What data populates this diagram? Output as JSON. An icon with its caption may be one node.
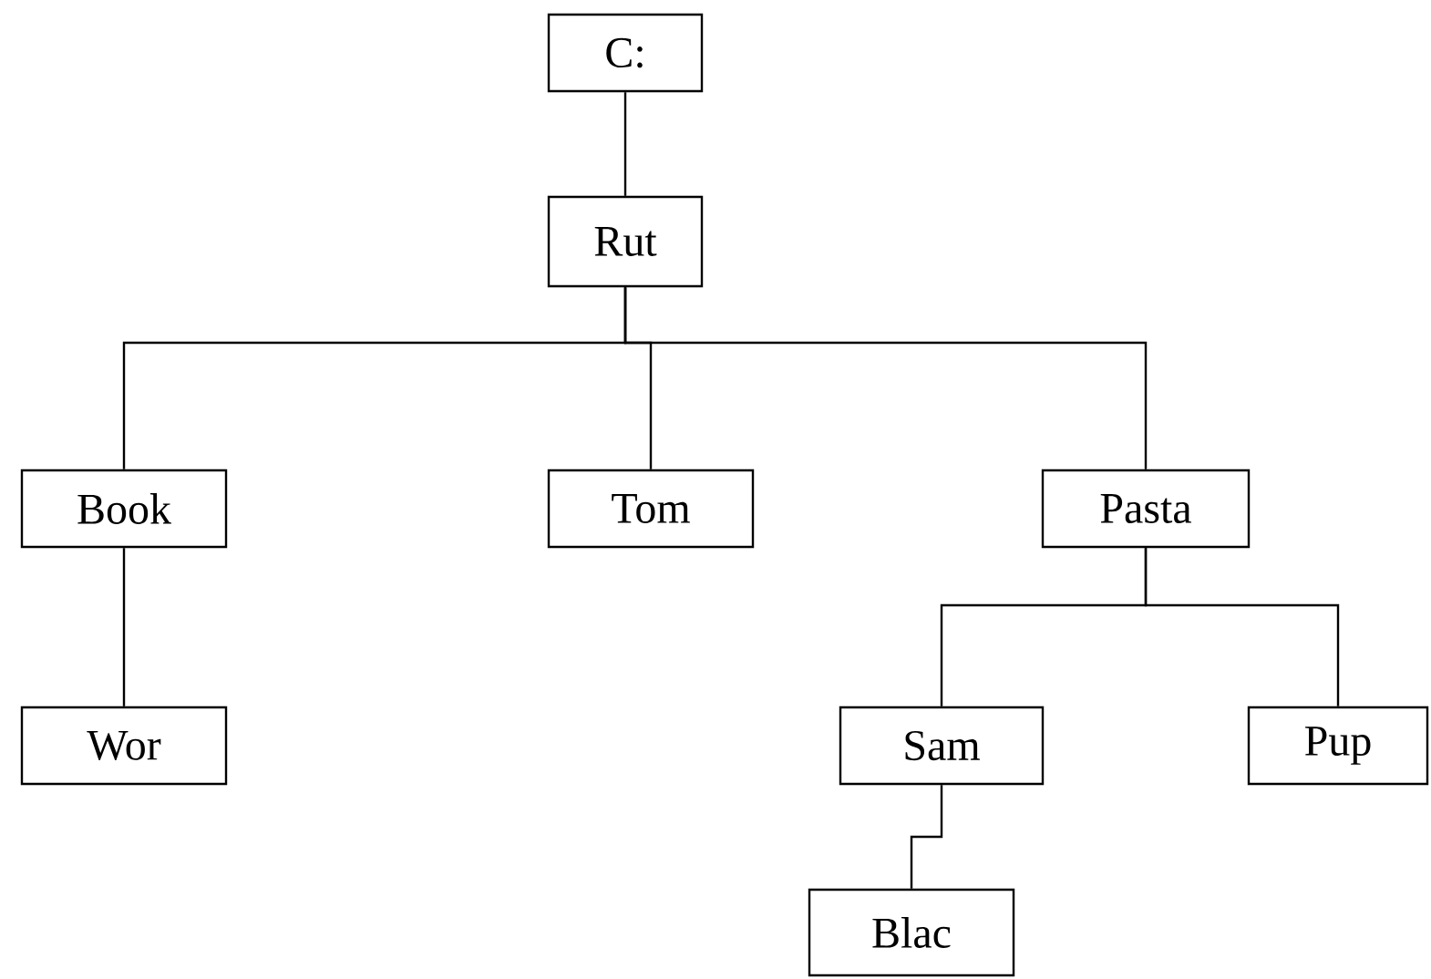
{
  "diagram": {
    "nodes": [
      {
        "text": [
          "C:"
        ]
      },
      {
        "text": [
          "Rut"
        ]
      },
      {
        "text": [
          "Book"
        ]
      },
      {
        "text": [
          "Tom"
        ]
      },
      {
        "text": [
          "Pasta"
        ]
      },
      {
        "text": [
          "Wor"
        ]
      },
      {
        "text": [
          "Sam"
        ]
      },
      {
        "text": [
          "Pup"
        ]
      },
      {
        "text": [
          "Blac"
        ]
      }
    ],
    "edges": [
      {
        "from": 0,
        "to": 1,
        "arrow": "none"
      },
      {
        "from": 1,
        "to": 2,
        "arrow": "none"
      },
      {
        "from": 1,
        "to": 3,
        "arrow": "none"
      },
      {
        "from": 1,
        "to": 4,
        "arrow": "none"
      },
      {
        "from": 2,
        "to": 5,
        "arrow": "none"
      },
      {
        "from": 4,
        "to": 6,
        "arrow": "none"
      },
      {
        "from": 4,
        "to": 7,
        "arrow": "none"
      },
      {
        "from": 6,
        "to": 8,
        "arrow": "none"
      }
    ]
  }
}
